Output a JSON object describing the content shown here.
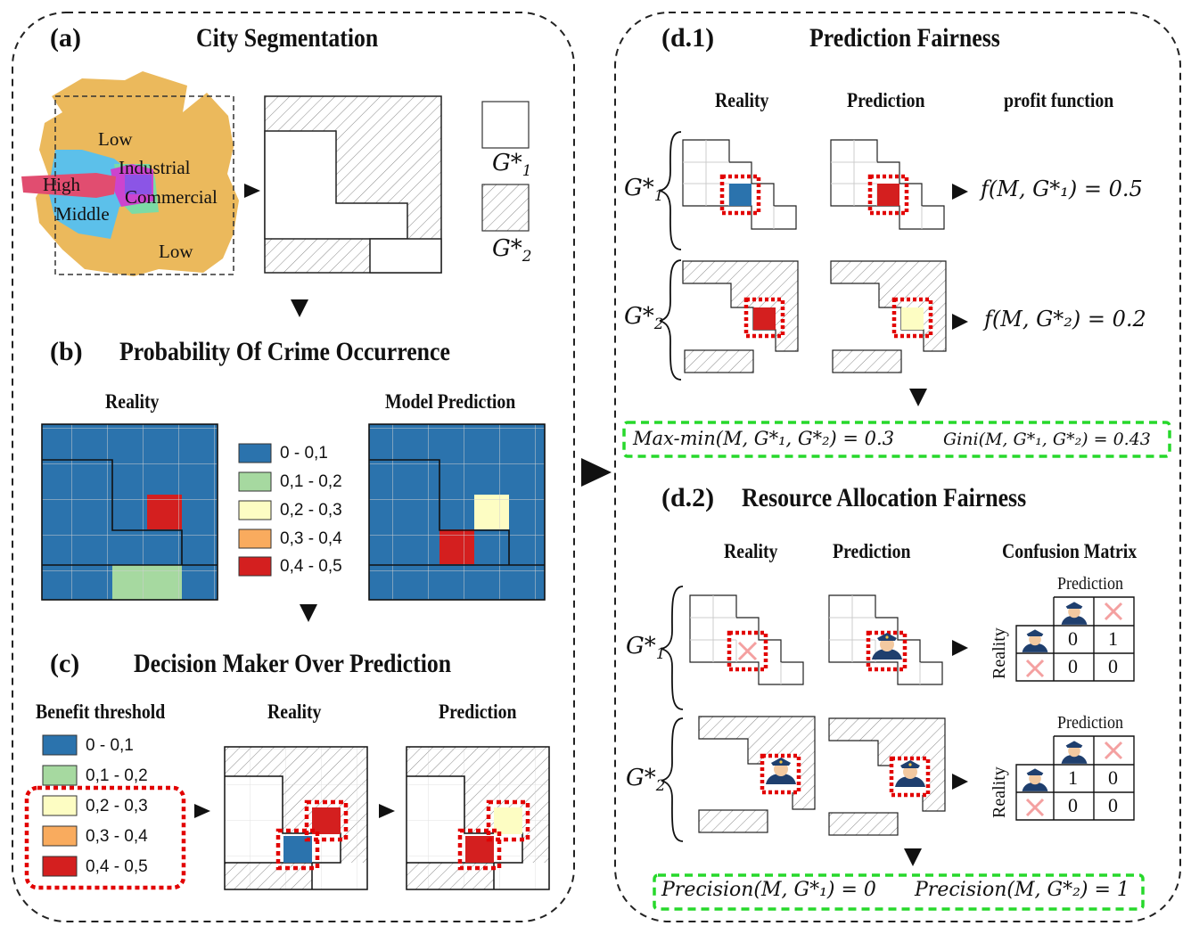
{
  "panel_a": {
    "letter": "(a)",
    "title": "City Segmentation",
    "map_labels": {
      "low_top": "Low",
      "industrial": "Industrial",
      "high": "High",
      "commercial": "Commercial",
      "middle": "Middle",
      "low_bottom": "Low"
    },
    "group1": "G*",
    "group1_sub": "1",
    "group2": "G*",
    "group2_sub": "2"
  },
  "panel_b": {
    "letter": "(b)",
    "title": "Probability Of Crime Occurrence",
    "reality_label": "Reality",
    "prediction_label": "Model Prediction",
    "legend": [
      "0 - 0,1",
      "0,1 - 0,2",
      "0,2 - 0,3",
      "0,3 - 0,4",
      "0,4 - 0,5"
    ]
  },
  "panel_c": {
    "letter": "(c)",
    "title": "Decision Maker Over Prediction",
    "threshold_label": "Benefit threshold",
    "reality_label": "Reality",
    "prediction_label": "Prediction",
    "legend": [
      "0 - 0,1",
      "0,1 - 0,2",
      "0,2 - 0,3",
      "0,3 - 0,4",
      "0,4 - 0,5"
    ]
  },
  "panel_d1": {
    "letter": "(d.1)",
    "title": "Prediction Fairness",
    "col_reality": "Reality",
    "col_prediction": "Prediction",
    "col_profit": "profit function",
    "f1": "f(M, G*₁) = 0.5",
    "f2": "f(M, G*₂) = 0.2",
    "maxmin": "Max-min(M, G*₁, G*₂) = 0.3",
    "gini": "Gini(M, G*₁, G*₂) = 0.43"
  },
  "panel_d2": {
    "letter": "(d.2)",
    "title": "Resource Allocation Fairness",
    "col_reality": "Reality",
    "col_prediction": "Prediction",
    "col_confusion": "Confusion Matrix",
    "cm_prediction": "Prediction",
    "cm_reality": "Reality",
    "cm1": [
      [
        "0",
        "1"
      ],
      [
        "0",
        "0"
      ]
    ],
    "cm2": [
      [
        "1",
        "0"
      ],
      [
        "0",
        "0"
      ]
    ],
    "precision1": "Precision(M, G*₁) = 0",
    "precision2": "Precision(M, G*₂) = 1"
  },
  "colors": {
    "c0": "#2b73ad",
    "c1": "#a6d9a0",
    "c2": "#fdfdc3",
    "c3": "#f9ab5e",
    "c4": "#d41f1f",
    "map_low": "#ebb95c",
    "map_middle": "#5cc0ea",
    "map_high": "#e14d70",
    "map_industrial": "#cc44ce",
    "map_commercial": "#7bdba5",
    "map_purple": "#8b55e6",
    "highlight": "#e20000",
    "green_dash": "#27d82b"
  }
}
